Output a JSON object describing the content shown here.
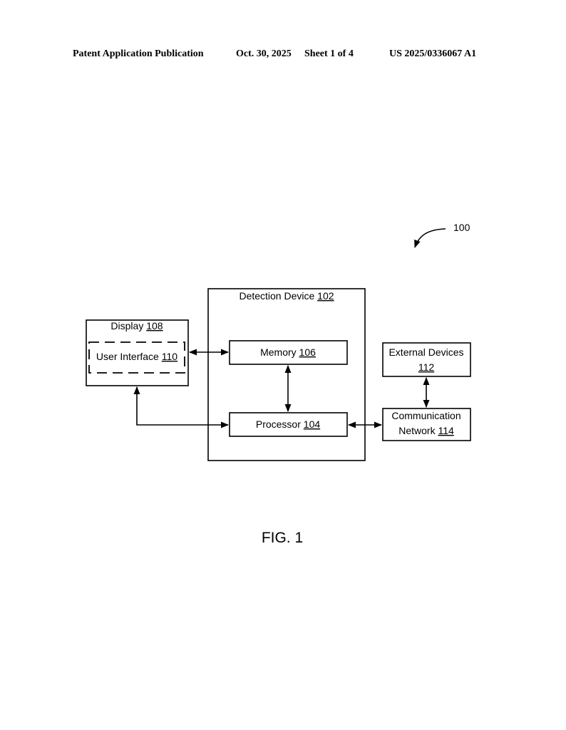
{
  "header": {
    "publication": "Patent Application Publication",
    "date": "Oct. 30, 2025",
    "sheet": "Sheet 1 of 4",
    "number": "US 2025/0336067 A1"
  },
  "figure": {
    "reference": "100",
    "caption": "FIG. 1",
    "blocks": {
      "detection_device": {
        "label": "Detection Device ",
        "ref": "102"
      },
      "memory": {
        "label": "Memory ",
        "ref": "106"
      },
      "processor": {
        "label": "Processor ",
        "ref": "104"
      },
      "display": {
        "label": "Display ",
        "ref": "108"
      },
      "user_interface": {
        "label": "User Interface ",
        "ref": "110"
      },
      "external_devices": {
        "label": "External Devices",
        "ref": "112"
      },
      "communication_network": {
        "label_line1": "Communication",
        "label_line2": "Network ",
        "ref": "114"
      }
    }
  }
}
